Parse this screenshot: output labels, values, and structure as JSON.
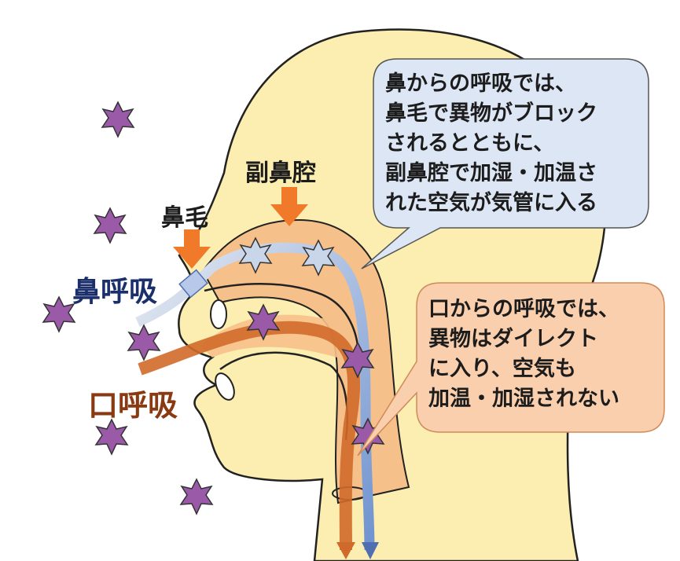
{
  "labels": {
    "sinus": "副鼻腔",
    "nose_hair": "鼻毛",
    "nasal_breathing": "鼻呼吸",
    "mouth_breathing": "口呼吸"
  },
  "nasal_bubble": {
    "lines": [
      "鼻からの呼吸では、",
      "鼻毛で異物がブロック",
      "されるとともに、",
      "副鼻腔で加湿・加温さ",
      "れた空気が気管に入る"
    ]
  },
  "mouth_bubble": {
    "lines": [
      "口からの呼吸では、",
      "異物はダイレクト",
      "に入り、空気も",
      "加温・加湿されない"
    ]
  },
  "colors": {
    "skin": "#fbeeb0",
    "cavity": "#f6c08a",
    "nasal_flow": "#7f9fd4",
    "mouth_flow": "#d06a2a",
    "arrow": "#f07a2a",
    "particle": "#9a5aa8",
    "nasal_label": "#1b2f6b",
    "mouth_label": "#8a3a12",
    "nasal_bubble": "#dde6f4",
    "mouth_bubble": "#f9cfae"
  },
  "icons": [
    "particle-star",
    "down-arrow"
  ]
}
